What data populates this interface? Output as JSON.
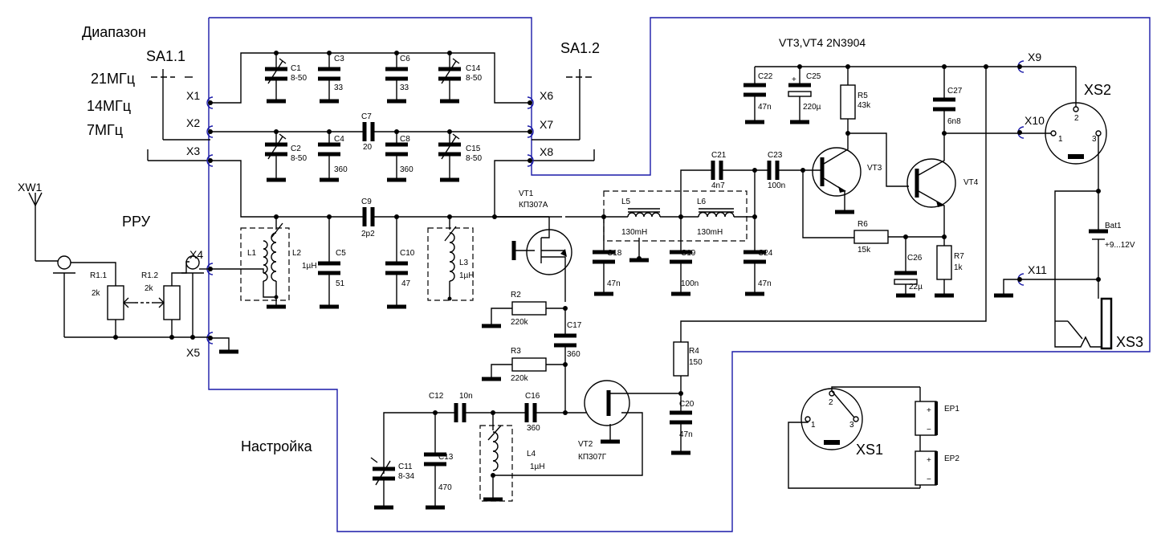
{
  "labels": {
    "band_title": "Диапазон",
    "sa11": "SA1.1",
    "sa12": "SA1.2",
    "band21": "21МГц",
    "band14": "14МГц",
    "band7": "7МГц",
    "rru": "РРУ",
    "tuning": "Настройка",
    "transistors_note": "VT3,VT4 2N3904",
    "xw1": "XW1",
    "xs1": "XS1",
    "xs2": "XS2",
    "xs3": "XS3",
    "x1": "X1",
    "x2": "X2",
    "x3": "X3",
    "x4": "X4",
    "x5": "X5",
    "x6": "X6",
    "x7": "X7",
    "x8": "X8",
    "x9": "X9",
    "x10": "X10",
    "x11": "X11"
  },
  "components": {
    "c1": "C1",
    "c1v": "8-50",
    "c2": "C2",
    "c2v": "8-50",
    "c3": "C3",
    "c3v": "33",
    "c4": "C4",
    "c4v": "360",
    "c5": "C5",
    "c5v": "51",
    "c6": "C6",
    "c6v": "33",
    "c7": "C7",
    "c7v": "20",
    "c8": "C8",
    "c8v": "360",
    "c9": "C9",
    "c9v": "2p2",
    "c10": "C10",
    "c10v": "47",
    "c11": "C11",
    "c11v": "8-34",
    "c12": "C12",
    "c12v": "10n",
    "c13": "C13",
    "c13v": "470",
    "c14": "C14",
    "c14v": "8-50",
    "c15": "C15",
    "c15v": "8-50",
    "c16": "C16",
    "c16v": "360",
    "c17": "C17",
    "c17v": "360",
    "c18": "C18",
    "c18v": "47n",
    "c19": "C19",
    "c19v": "100n",
    "c20": "C20",
    "c20v": "47n",
    "c21": "C21",
    "c21v": "4n7",
    "c22": "C22",
    "c22v": "47n",
    "c23": "C23",
    "c23v": "100n",
    "c24": "C24",
    "c24v": "47n",
    "c25": "C25",
    "c25v": "220µ",
    "c26": "C26",
    "c26v": "22µ",
    "c27": "C27",
    "c27v": "6n8",
    "l1": "L1",
    "l2": "L2",
    "l2v": "1µH",
    "l3": "L3",
    "l3v": "1µH",
    "l4": "L4",
    "l4v": "1µH",
    "l5": "L5",
    "l5v": "130mH",
    "l6": "L6",
    "l6v": "130mH",
    "r11": "R1.1",
    "r11v": "2k",
    "r12": "R1.2",
    "r12v": "2k",
    "r2": "R2",
    "r2v": "220k",
    "r3": "R3",
    "r3v": "220k",
    "r4": "R4",
    "r4v": "150",
    "r5": "R5",
    "r5v": "43k",
    "r6": "R6",
    "r6v": "15k",
    "r7": "R7",
    "r7v": "1k",
    "vt1": "VT1",
    "vt1v": "КП307А",
    "vt2": "VT2",
    "vt2v": "КП307Г",
    "vt3": "VT3",
    "vt4": "VT4",
    "bat1": "Bat1",
    "bat1v": "+9...12V",
    "ep1": "EP1",
    "ep2": "EP2",
    "pin1": "1",
    "pin2": "2",
    "pin3": "3"
  },
  "colors": {
    "board_outline": "#1a1aa8",
    "wire": "#000000"
  }
}
